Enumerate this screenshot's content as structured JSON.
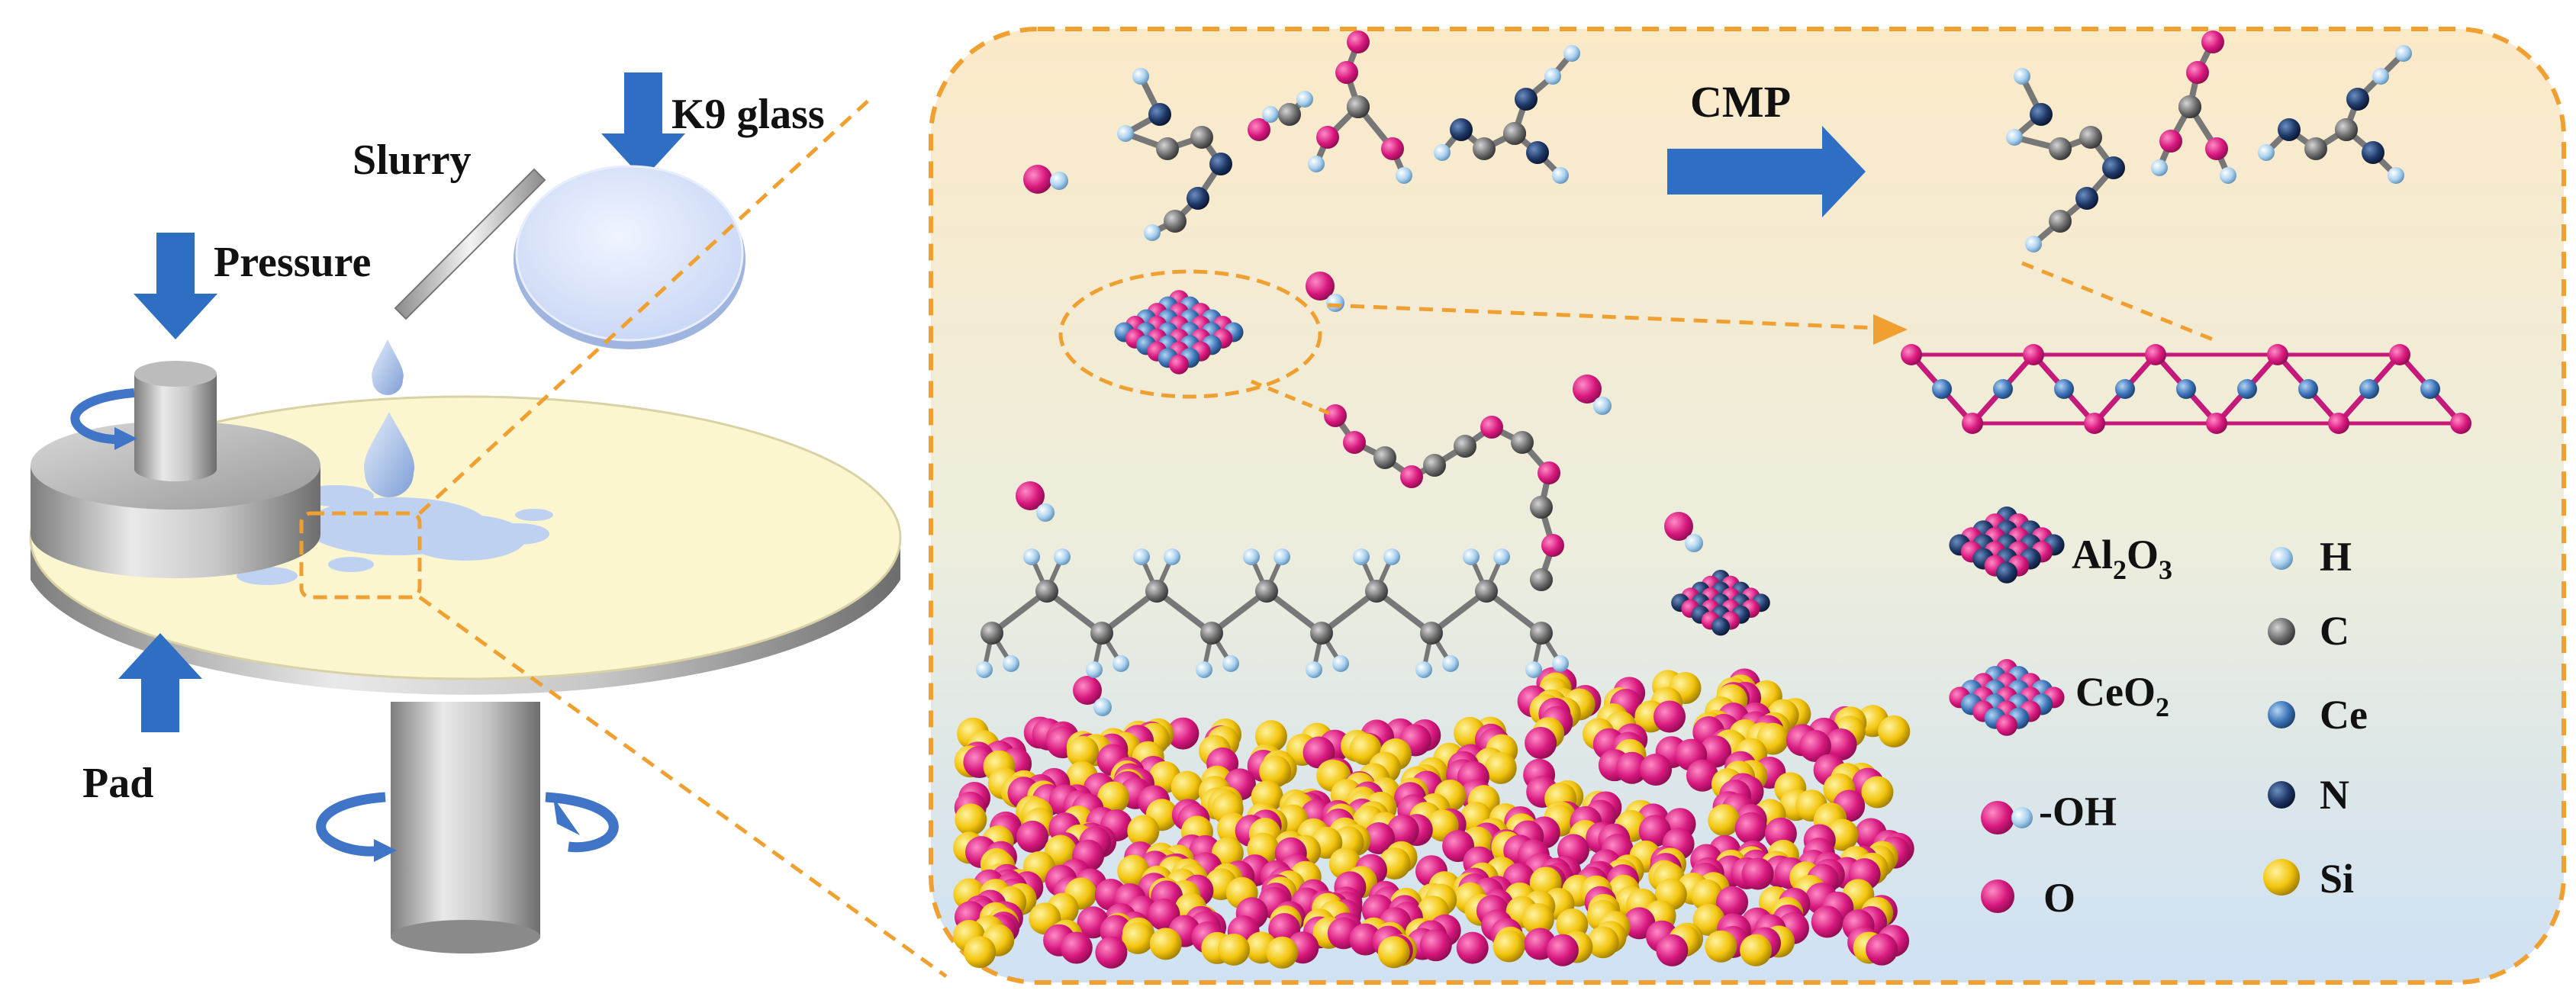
{
  "left": {
    "labels": {
      "pressure": "Pressure",
      "slurry": "Slurry",
      "k9_glass": "K9 glass",
      "pad": "Pad"
    }
  },
  "right": {
    "process_label": "CMP",
    "legend": {
      "al2o3": {
        "base1": "Al",
        "sub1": "2",
        "base2": "O",
        "sub2": "3"
      },
      "ceo2": {
        "base1": "CeO",
        "sub1": "2"
      },
      "oh": "-OH",
      "o": "O",
      "h": "H",
      "c": "C",
      "ce": "Ce",
      "n": "N",
      "si": "Si"
    }
  },
  "colors": {
    "arrow_blue": "#2e6fc4",
    "zoom_orange": "#f0a030",
    "oxygen": "#d8187e",
    "silicon": "#f2c40c",
    "hydrogen": "#a8d0ee",
    "carbon": "#6e6e6e",
    "cerium": "#3c74b8",
    "nitrogen": "#1e3866",
    "pad_color": "#fbf6cf",
    "panel_top": "#fbe9c8",
    "panel_bottom": "#cfe1f4"
  }
}
